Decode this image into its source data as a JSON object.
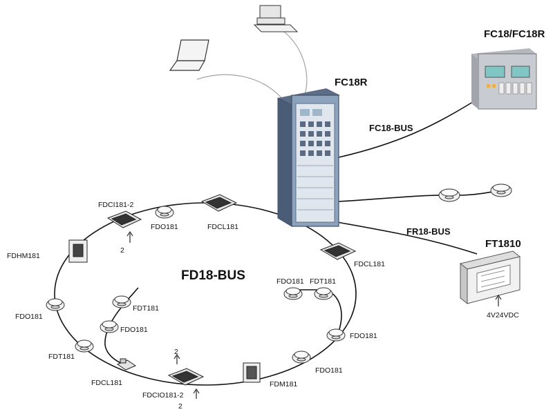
{
  "system": {
    "controller": "FC18R",
    "remote_panel": "FC18/FC18R",
    "terminal": "FT1810",
    "terminal_supply": "4V24VDC"
  },
  "buses": {
    "panel_bus": "FC18-BUS",
    "ring_bus": "FD18-BUS",
    "terminal_bus": "FR18-BUS"
  },
  "devices": {
    "fdci_top": "FDCI181-2",
    "fdci_top_count": "2",
    "fdo_top": "FDO181",
    "fdcl_top": "FDCL181",
    "fdhm": "FDHM181",
    "fdo_left": "FDO181",
    "fdt_left": "FDT181",
    "fdcl_bottom": "FDCL181",
    "fdcio": "FDCIO181-2",
    "fdcio_count_top": "2",
    "fdcio_count_bottom": "2",
    "fdm": "FDM181",
    "fdo_right_bottom": "FDO181",
    "fdo_right_mid": "FDO181",
    "fdcl_right": "FDCL181",
    "fdo_inner_right": "FDO181",
    "fdt_inner_right": "FDT181",
    "fdt_branch": "FDT181",
    "fdo_branch": "FDO181"
  },
  "colors": {
    "cabinet": "#7e95b0",
    "cabinet_dark": "#3f4f68",
    "cabinet_panel": "#dfe6ee",
    "remote_panel": "#c9cbd2",
    "line": "#111111"
  }
}
